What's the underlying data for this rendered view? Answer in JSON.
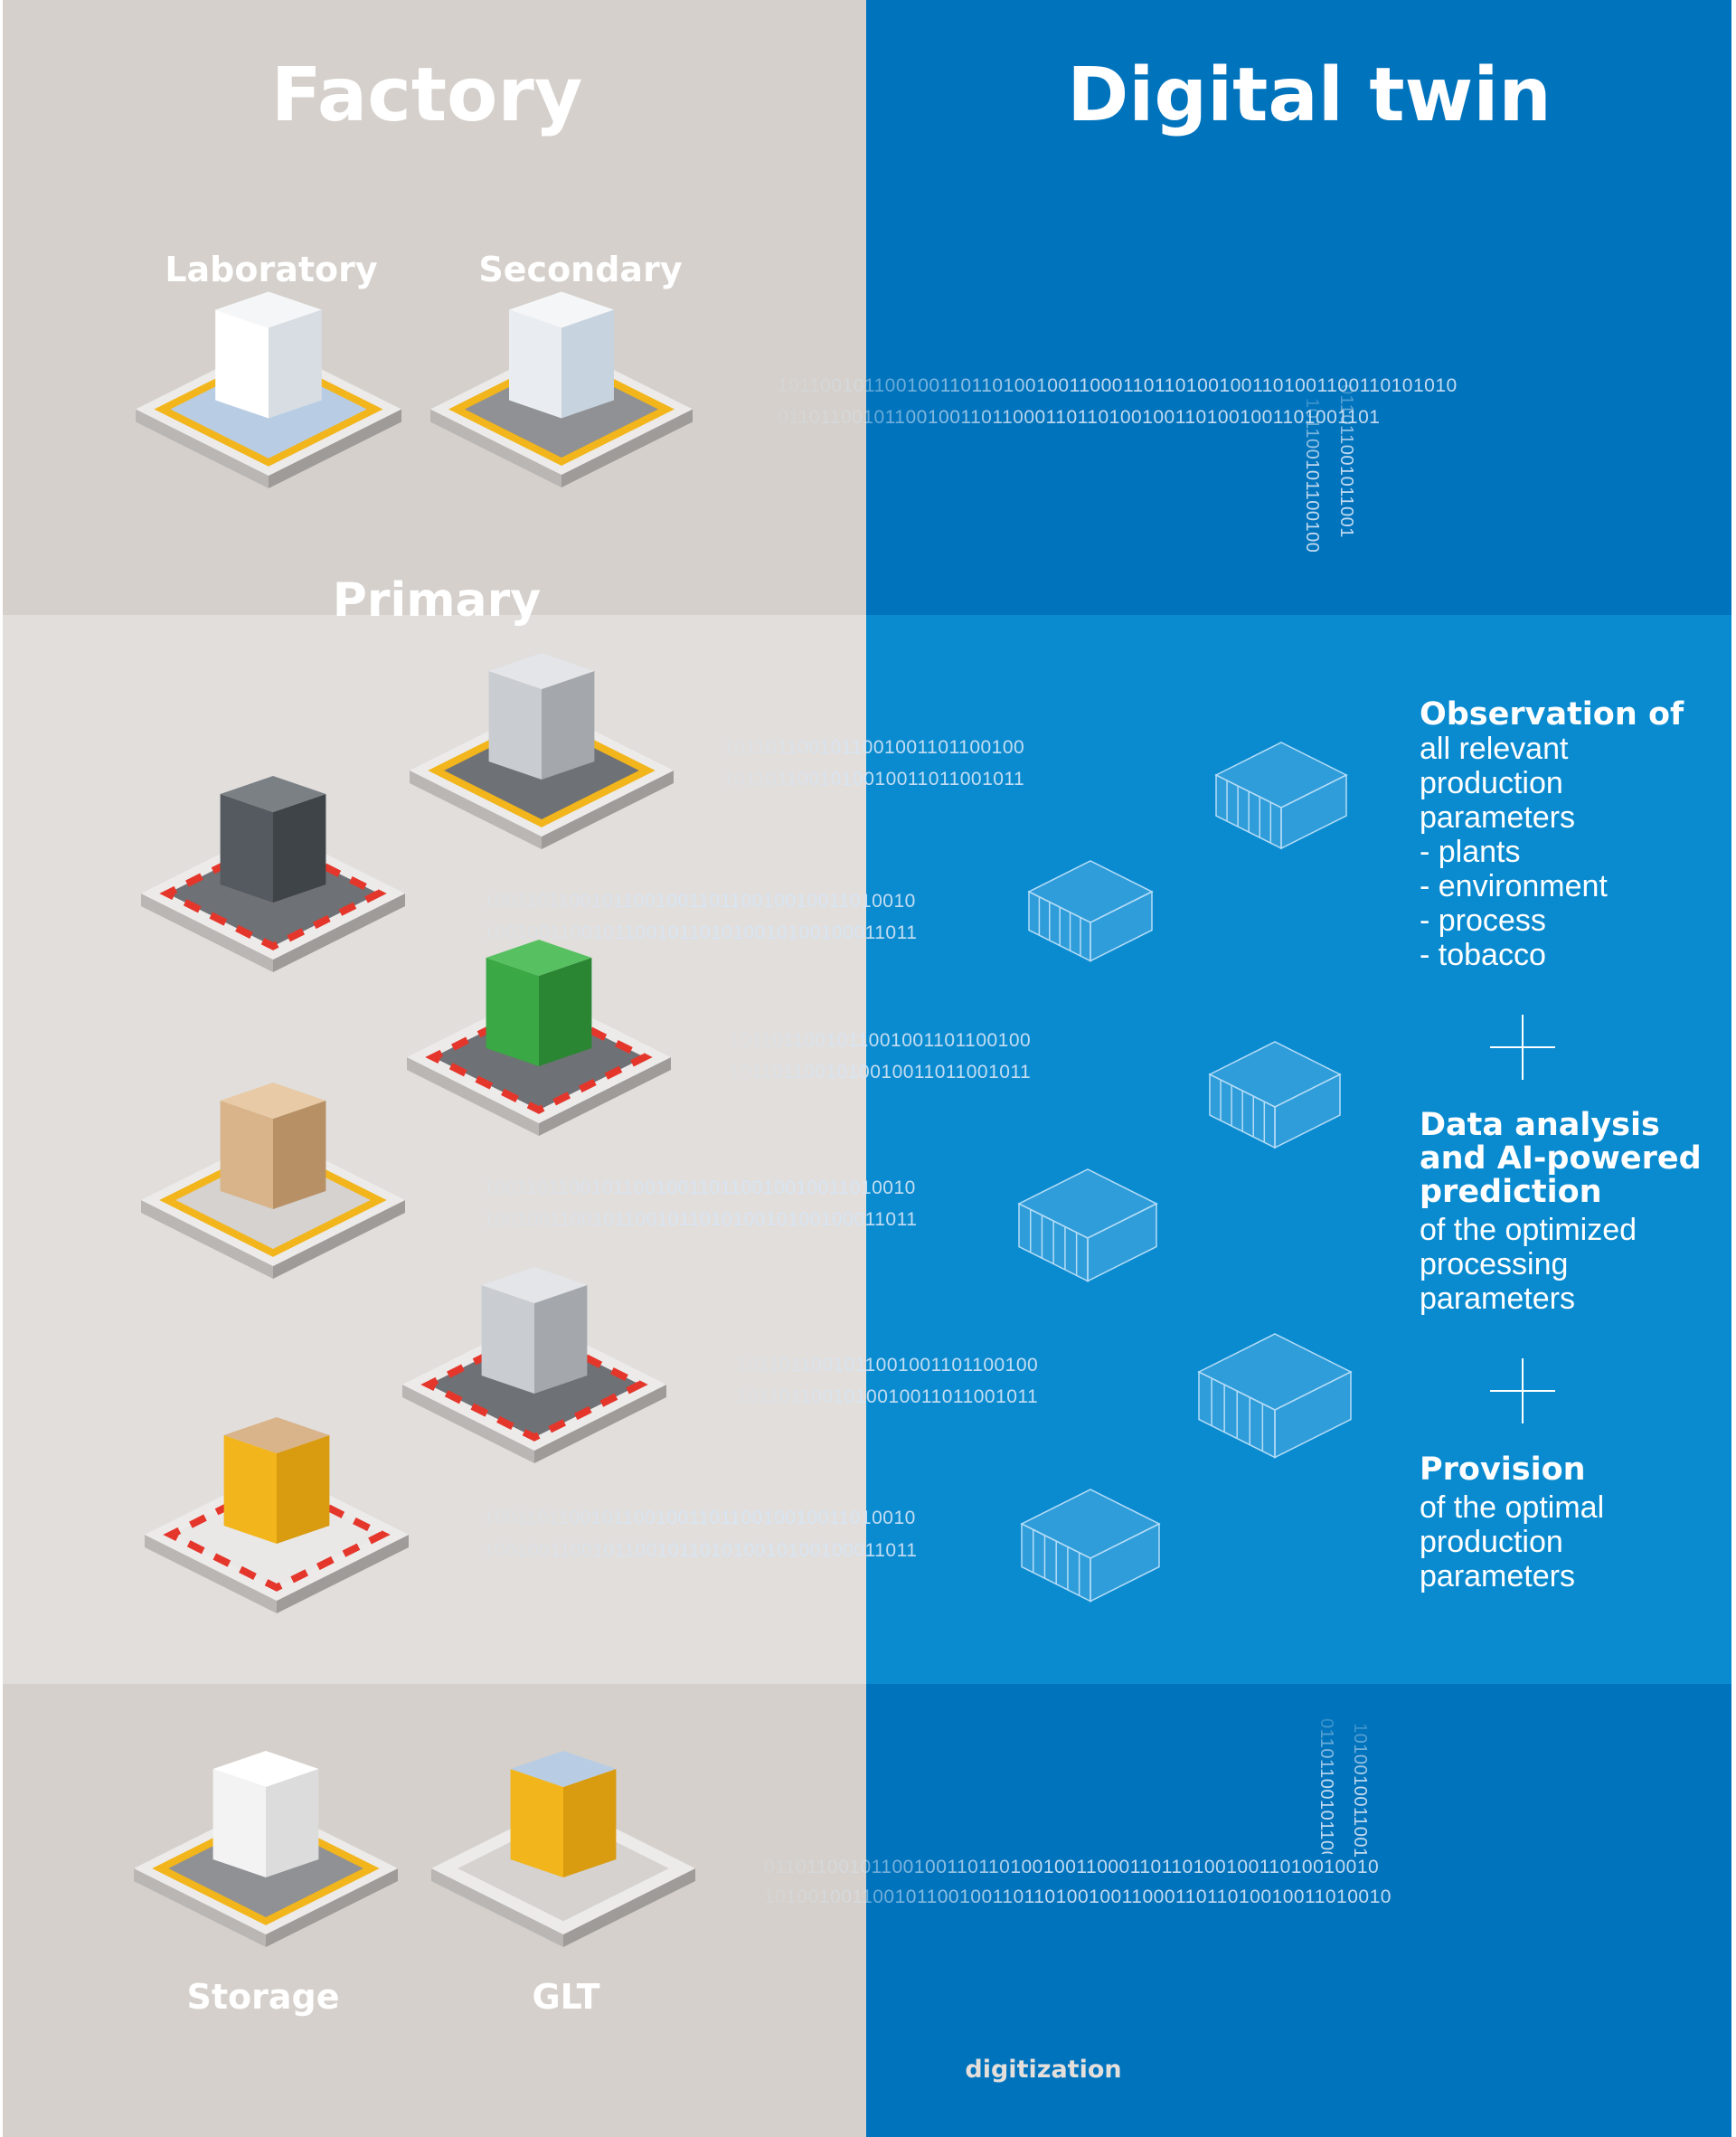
{
  "colors": {
    "factory_bg": "#d5d0cb",
    "factory_mid_bg": "#e1dedc",
    "twin_bg": "#0073bd",
    "twin_mid_bg": "#0a8bd0",
    "text": "#ffffff",
    "wireframe": "#9fd0f5"
  },
  "factory": {
    "title": "Factory",
    "labels": {
      "laboratory": "Laboratory",
      "secondary": "Secondary",
      "primary": "Primary",
      "storage": "Storage",
      "glt": "GLT"
    }
  },
  "twin": {
    "title": "Digital twin",
    "footer": "digitization",
    "blocks": [
      {
        "heading": "Observation of",
        "body": [
          "all relevant",
          "production",
          "parameters",
          "- plants",
          "- environment",
          "- process",
          "- tobacco"
        ]
      },
      {
        "heading": "Data analysis and AI-powered prediction",
        "body": [
          "of the optimized",
          "processing",
          "parameters"
        ]
      },
      {
        "heading": "Provision",
        "body": [
          "of the optimal",
          "production",
          "parameters"
        ]
      }
    ]
  },
  "binary": {
    "top": [
      "101100101100100110110100100110001101101001001101001100110101010",
      "01101100101100100110110001101101001001101001001101001101"
    ],
    "mid_a": [
      "1011011001011001001101100100",
      "1011011001010010011011001011"
    ],
    "mid_b": [
      "1001101100101100100110110010010011010010",
      "1001001100101100101101010010100100011011"
    ],
    "bottom": [
      "011011001011001001101101001001100011011010010011010010010",
      "1010010011001011001001101101001001100011011010010011010010"
    ]
  },
  "icons": [
    "plus-icon",
    "plus-icon"
  ]
}
